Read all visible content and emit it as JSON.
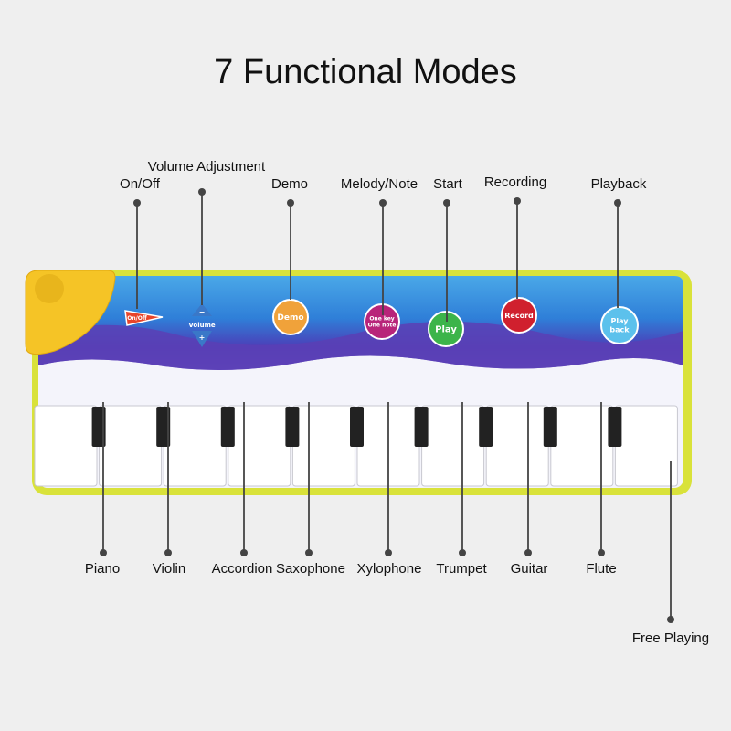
{
  "title": "7 Functional Modes",
  "top_callouts": [
    "On/Off",
    "Volume Adjustment",
    "Demo",
    "Melody/Note",
    "Start",
    "Recording",
    "Playback"
  ],
  "bottom_callouts": [
    "Piano",
    "Violin",
    "Accordion",
    "Saxophone",
    "Xylophone",
    "Trumpet",
    "Guitar",
    "Flute"
  ],
  "extra_callout": "Free Playing",
  "mat_buttons": {
    "onoff": "On/Off",
    "volume": "Volume",
    "volume_minus": "−",
    "volume_plus": "+",
    "demo": "Demo",
    "melody_line1": "One key",
    "melody_line2": "One note",
    "play": "Play",
    "record": "Record",
    "playback_line1": "Play",
    "playback_line2": "back"
  },
  "colors": {
    "mat_border": "#d9e23a",
    "water_light": "#3f9be0",
    "water_dark": "#5a3fb5",
    "demo": "#f0a23a",
    "melody": "#b8247a",
    "play": "#3cb44a",
    "record": "#d0202e",
    "playback": "#5cc1ec",
    "speaker": "#f5c426",
    "line": "#444444"
  }
}
